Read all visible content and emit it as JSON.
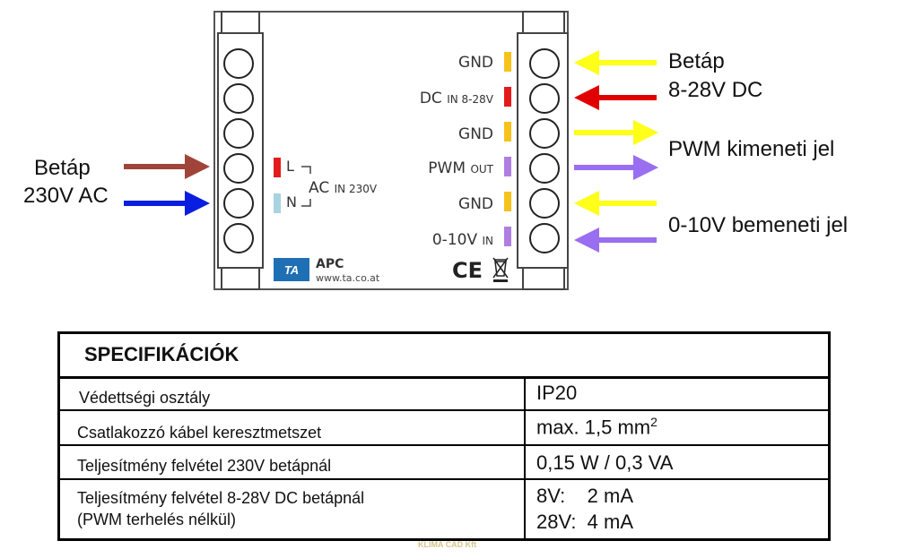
{
  "device": {
    "brand": "APC",
    "url": "www.ta.co.at",
    "logo": "TA",
    "marks": {
      "ce": "CE",
      "weee": "weee-bin-icon"
    },
    "left_terminals": [
      {
        "letter": "L",
        "color": "#e31b1b"
      },
      {
        "letter": "N",
        "color": "#a9d3df"
      }
    ],
    "ac_label": {
      "main": "AC",
      "sub": "IN 230V"
    },
    "right_terminals": [
      {
        "main": "GND",
        "sub": "",
        "color": "#f7c21a"
      },
      {
        "main": "DC",
        "sub": "IN 8-28V",
        "color": "#e31b1b"
      },
      {
        "main": "GND",
        "sub": "",
        "color": "#f7c21a"
      },
      {
        "main": "PWM",
        "sub": "OUT",
        "color": "#b07ee0"
      },
      {
        "main": "GND",
        "sub": "",
        "color": "#f7c21a"
      },
      {
        "main": "0-10V",
        "sub": "IN",
        "color": "#b07ee0"
      }
    ]
  },
  "arrows": {
    "left_labels": [
      "Betáp",
      "230V AC"
    ],
    "right_labels": [
      {
        "line1": "Betáp",
        "line2": "8-28V DC"
      },
      {
        "line1": "PWM kimeneti jel"
      },
      {
        "line1": "0-10V bemeneti jel"
      }
    ],
    "colors": {
      "brown": "#a0443a",
      "blue": "#0a1ee0",
      "yellow": "#ffff1a",
      "red": "#e00000",
      "purple": "#9a6ef0"
    }
  },
  "spec": {
    "title": "SPECIFIKÁCIÓK",
    "rows": [
      {
        "label": "Védettségi osztály",
        "value": "IP20"
      },
      {
        "label": "Csatlakozzó kábel keresztmetszet",
        "value": "max. 1,5 mm",
        "sup": "2"
      },
      {
        "label": "Teljesítmény felvétel 230V betápnál",
        "value": "0,15 W / 0,3 VA"
      },
      {
        "label": "Teljesítmény felvétel 8-28V DC betápnál",
        "label2": "(PWM terhelés nélkül)",
        "value": "8V:    2 mA",
        "value2": "28V:  4 mA"
      }
    ]
  },
  "watermark": "KLIMA CAD Kft"
}
